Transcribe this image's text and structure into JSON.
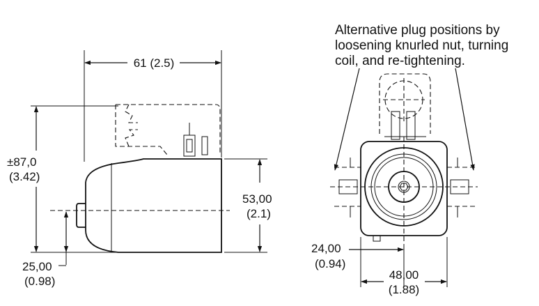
{
  "dimensions": {
    "top_width": "61 (2.5)",
    "total_height_mm": "±87,0",
    "total_height_in": "(3.42)",
    "body_height_mm": "53,00",
    "body_height_in": "(2.1)",
    "axis_height_mm": "25,00",
    "axis_height_in": "(0.98)",
    "coil_offset_mm": "24,00",
    "coil_offset_in": "(0.94)",
    "coil_width_mm": "48,00",
    "coil_width_in": "(1.88)"
  },
  "note": {
    "line1": "Alternative plug positions by",
    "line2": "loosening knurled nut, turning",
    "line3": "coil, and re-tightening."
  }
}
